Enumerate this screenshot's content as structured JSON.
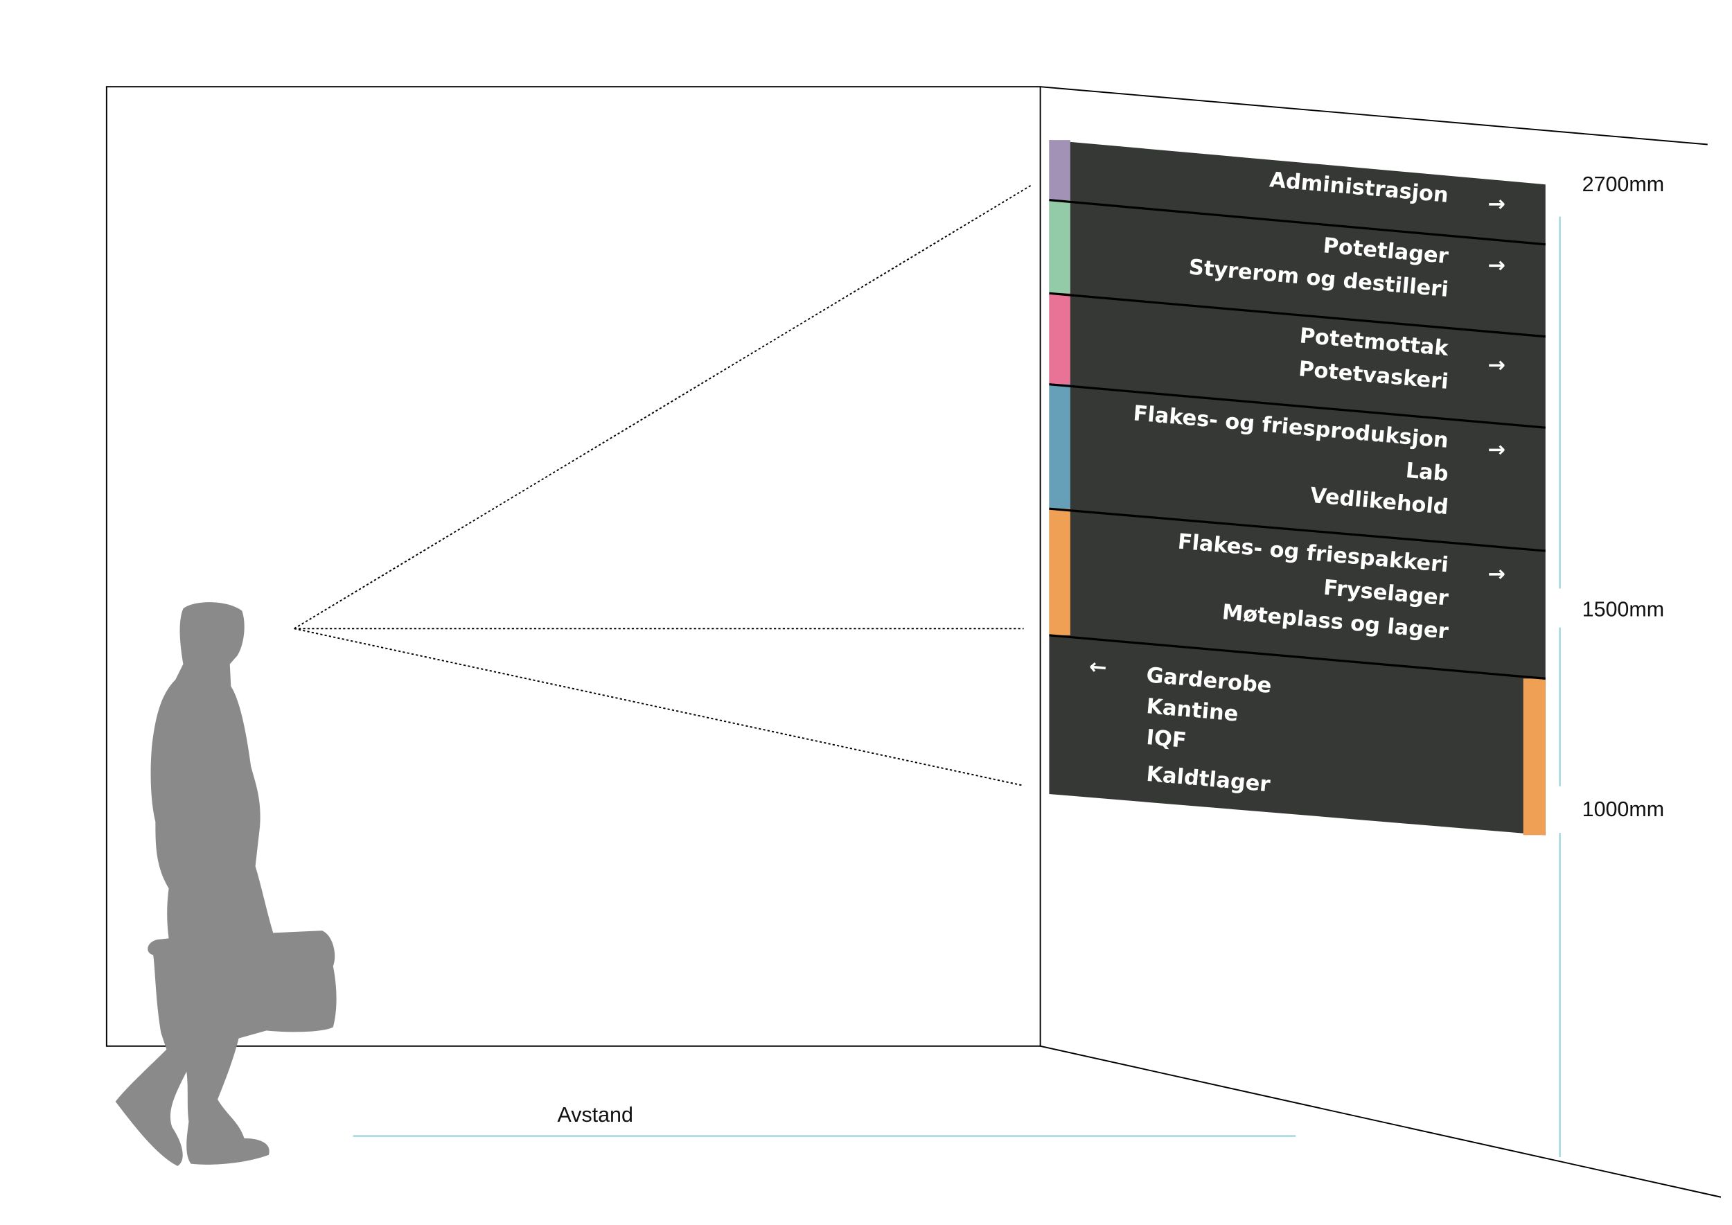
{
  "sign": {
    "panel_color": "#363835",
    "bands": [
      {
        "color": "#a292b6",
        "arrow": "→",
        "lines": [
          "Administrasjon"
        ]
      },
      {
        "color": "#93cba8",
        "arrow": "→",
        "lines": [
          "Potetlager",
          "Styrerom og destilleri"
        ]
      },
      {
        "color": "#e87397",
        "arrow": "→",
        "lines": [
          "Potetmottak",
          "Potetvaskeri"
        ]
      },
      {
        "color": "#65a0b8",
        "arrow": "→",
        "lines": [
          "Flakes- og friesproduksjon",
          "Lab",
          "Vedlikehold"
        ]
      },
      {
        "color": "#f0a055",
        "arrow": "→",
        "lines": [
          "Flakes- og friespakkeri",
          "Fryselager",
          "Møteplass og lager"
        ]
      }
    ],
    "bottom": {
      "color": "#f0a055",
      "arrow": "←",
      "lines": [
        "Garderobe",
        "Kantine",
        "IQF",
        "Kaldtlager"
      ]
    }
  },
  "dimensions": {
    "top": "2700mm",
    "middle": "1500mm",
    "bottom": "1000mm",
    "line_color": "#9fd3e0"
  },
  "distance_label": "Avstand",
  "person_color": "#8a8a8a"
}
